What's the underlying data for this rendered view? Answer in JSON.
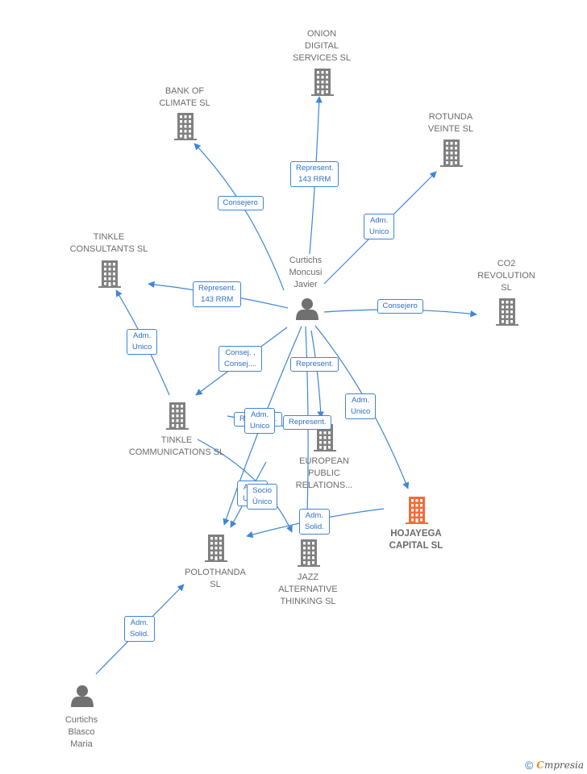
{
  "colors": {
    "edge": "#3f85d6",
    "company": "#808080",
    "company_main": "#f26b3a",
    "person": "#707070"
  },
  "nodes": [
    {
      "id": "onion",
      "type": "company",
      "label": "ONION\nDIGITAL\nSERVICES  SL",
      "icon": "building-icon"
    },
    {
      "id": "bank",
      "type": "company",
      "label": "BANK OF\nCLIMATE  SL",
      "icon": "building-icon"
    },
    {
      "id": "rotunda",
      "type": "company",
      "label": "ROTUNDA\nVEINTE  SL",
      "icon": "building-icon"
    },
    {
      "id": "tinkle_cons",
      "type": "company",
      "label": "TINKLE\nCONSULTANTS SL",
      "icon": "building-icon"
    },
    {
      "id": "co2",
      "type": "company",
      "label": "CO2\nREVOLUTION\nSL",
      "icon": "building-icon"
    },
    {
      "id": "javier",
      "type": "person",
      "label": "Curtichs\nMoncusi\nJavier",
      "icon": "person-icon"
    },
    {
      "id": "tinkle_comm",
      "type": "company",
      "label": "TINKLE\nCOMMUNICATIONS SL",
      "icon": "building-icon"
    },
    {
      "id": "european",
      "type": "company",
      "label": "EUROPEAN\nPUBLIC\nRELATIONS...",
      "icon": "building-icon"
    },
    {
      "id": "hojayega",
      "type": "company_main",
      "label": "HOJAYEGA\nCAPITAL  SL",
      "icon": "building-icon"
    },
    {
      "id": "polothanda",
      "type": "company",
      "label": "POLOTHANDA\nSL",
      "icon": "building-icon"
    },
    {
      "id": "jazz",
      "type": "company",
      "label": "JAZZ\nALTERNATIVE\nTHINKING  SL",
      "icon": "building-icon"
    },
    {
      "id": "maria",
      "type": "person",
      "label": "Curtichs\nBlasco\nMaria",
      "icon": "person-icon"
    }
  ],
  "edges": [
    {
      "from": "javier",
      "to": "onion",
      "label": "Represent.\n143 RRM"
    },
    {
      "from": "javier",
      "to": "bank",
      "label": "Consejero"
    },
    {
      "from": "javier",
      "to": "rotunda",
      "label": "Adm.\nUnico"
    },
    {
      "from": "javier",
      "to": "tinkle_cons",
      "label": "Represent.\n143 RRM"
    },
    {
      "from": "javier",
      "to": "co2",
      "label": "Consejero"
    },
    {
      "from": "javier",
      "to": "tinkle_comm",
      "label": "Consej. ,\nConsej...."
    },
    {
      "from": "javier",
      "to": "european",
      "label": "Represent."
    },
    {
      "from": "javier",
      "to": "hojayega",
      "label": "Adm.\nUnico"
    },
    {
      "from": "javier",
      "to": "polothanda",
      "label": "Represent."
    },
    {
      "from": "javier",
      "to": "jazz",
      "label": "Represent."
    },
    {
      "from": "tinkle_comm",
      "to": "tinkle_cons",
      "label": "Adm.\nUnico"
    },
    {
      "from": "tinkle_comm",
      "to": "european",
      "label": "Adm.\nUnico"
    },
    {
      "from": "tinkle_comm",
      "to": "polothanda",
      "label": "Adm.\nUnico"
    },
    {
      "from": "tinkle_comm",
      "to": "jazz",
      "label": "Socio\nÚnico"
    },
    {
      "from": "hojayega",
      "to": "polothanda",
      "label": "Adm.\nSolid."
    },
    {
      "from": "maria",
      "to": "polothanda",
      "label": "Adm.\nSolid."
    }
  ],
  "footer": {
    "copyright": "©",
    "brand_initial": "C",
    "brand_rest": "mpresia"
  }
}
